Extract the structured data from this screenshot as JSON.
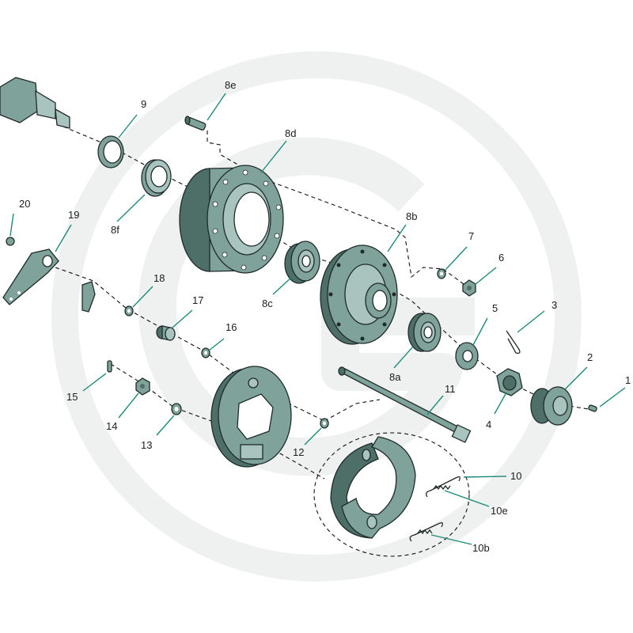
{
  "colors": {
    "part_fill": "#7fa39b",
    "part_light": "#a9c4be",
    "part_dark": "#4e6f68",
    "accent": "#1e8a78",
    "watermark": "#eef1f0"
  },
  "watermark": {
    "icon": "granit-logo-watermark"
  },
  "parts": [
    {
      "id": "p20",
      "label": "20"
    },
    {
      "id": "p19",
      "label": "19"
    },
    {
      "id": "p18",
      "label": "18"
    },
    {
      "id": "p17",
      "label": "17"
    },
    {
      "id": "p16",
      "label": "16"
    },
    {
      "id": "p15",
      "label": "15"
    },
    {
      "id": "p14",
      "label": "14"
    },
    {
      "id": "p13",
      "label": "13"
    },
    {
      "id": "p12",
      "label": "12"
    },
    {
      "id": "p11",
      "label": "11"
    },
    {
      "id": "p10",
      "label": "10"
    },
    {
      "id": "p10e",
      "label": "10e"
    },
    {
      "id": "p10b",
      "label": "10b"
    },
    {
      "id": "p9",
      "label": "9"
    },
    {
      "id": "p8e",
      "label": "8e"
    },
    {
      "id": "p8d",
      "label": "8d"
    },
    {
      "id": "p8f",
      "label": "8f"
    },
    {
      "id": "p8b",
      "label": "8b"
    },
    {
      "id": "p8c",
      "label": "8c"
    },
    {
      "id": "p8a",
      "label": "8a"
    },
    {
      "id": "p7",
      "label": "7"
    },
    {
      "id": "p6",
      "label": "6"
    },
    {
      "id": "p5",
      "label": "5"
    },
    {
      "id": "p4",
      "label": "4"
    },
    {
      "id": "p3",
      "label": "3"
    },
    {
      "id": "p2",
      "label": "2"
    },
    {
      "id": "p1",
      "label": "1"
    }
  ]
}
